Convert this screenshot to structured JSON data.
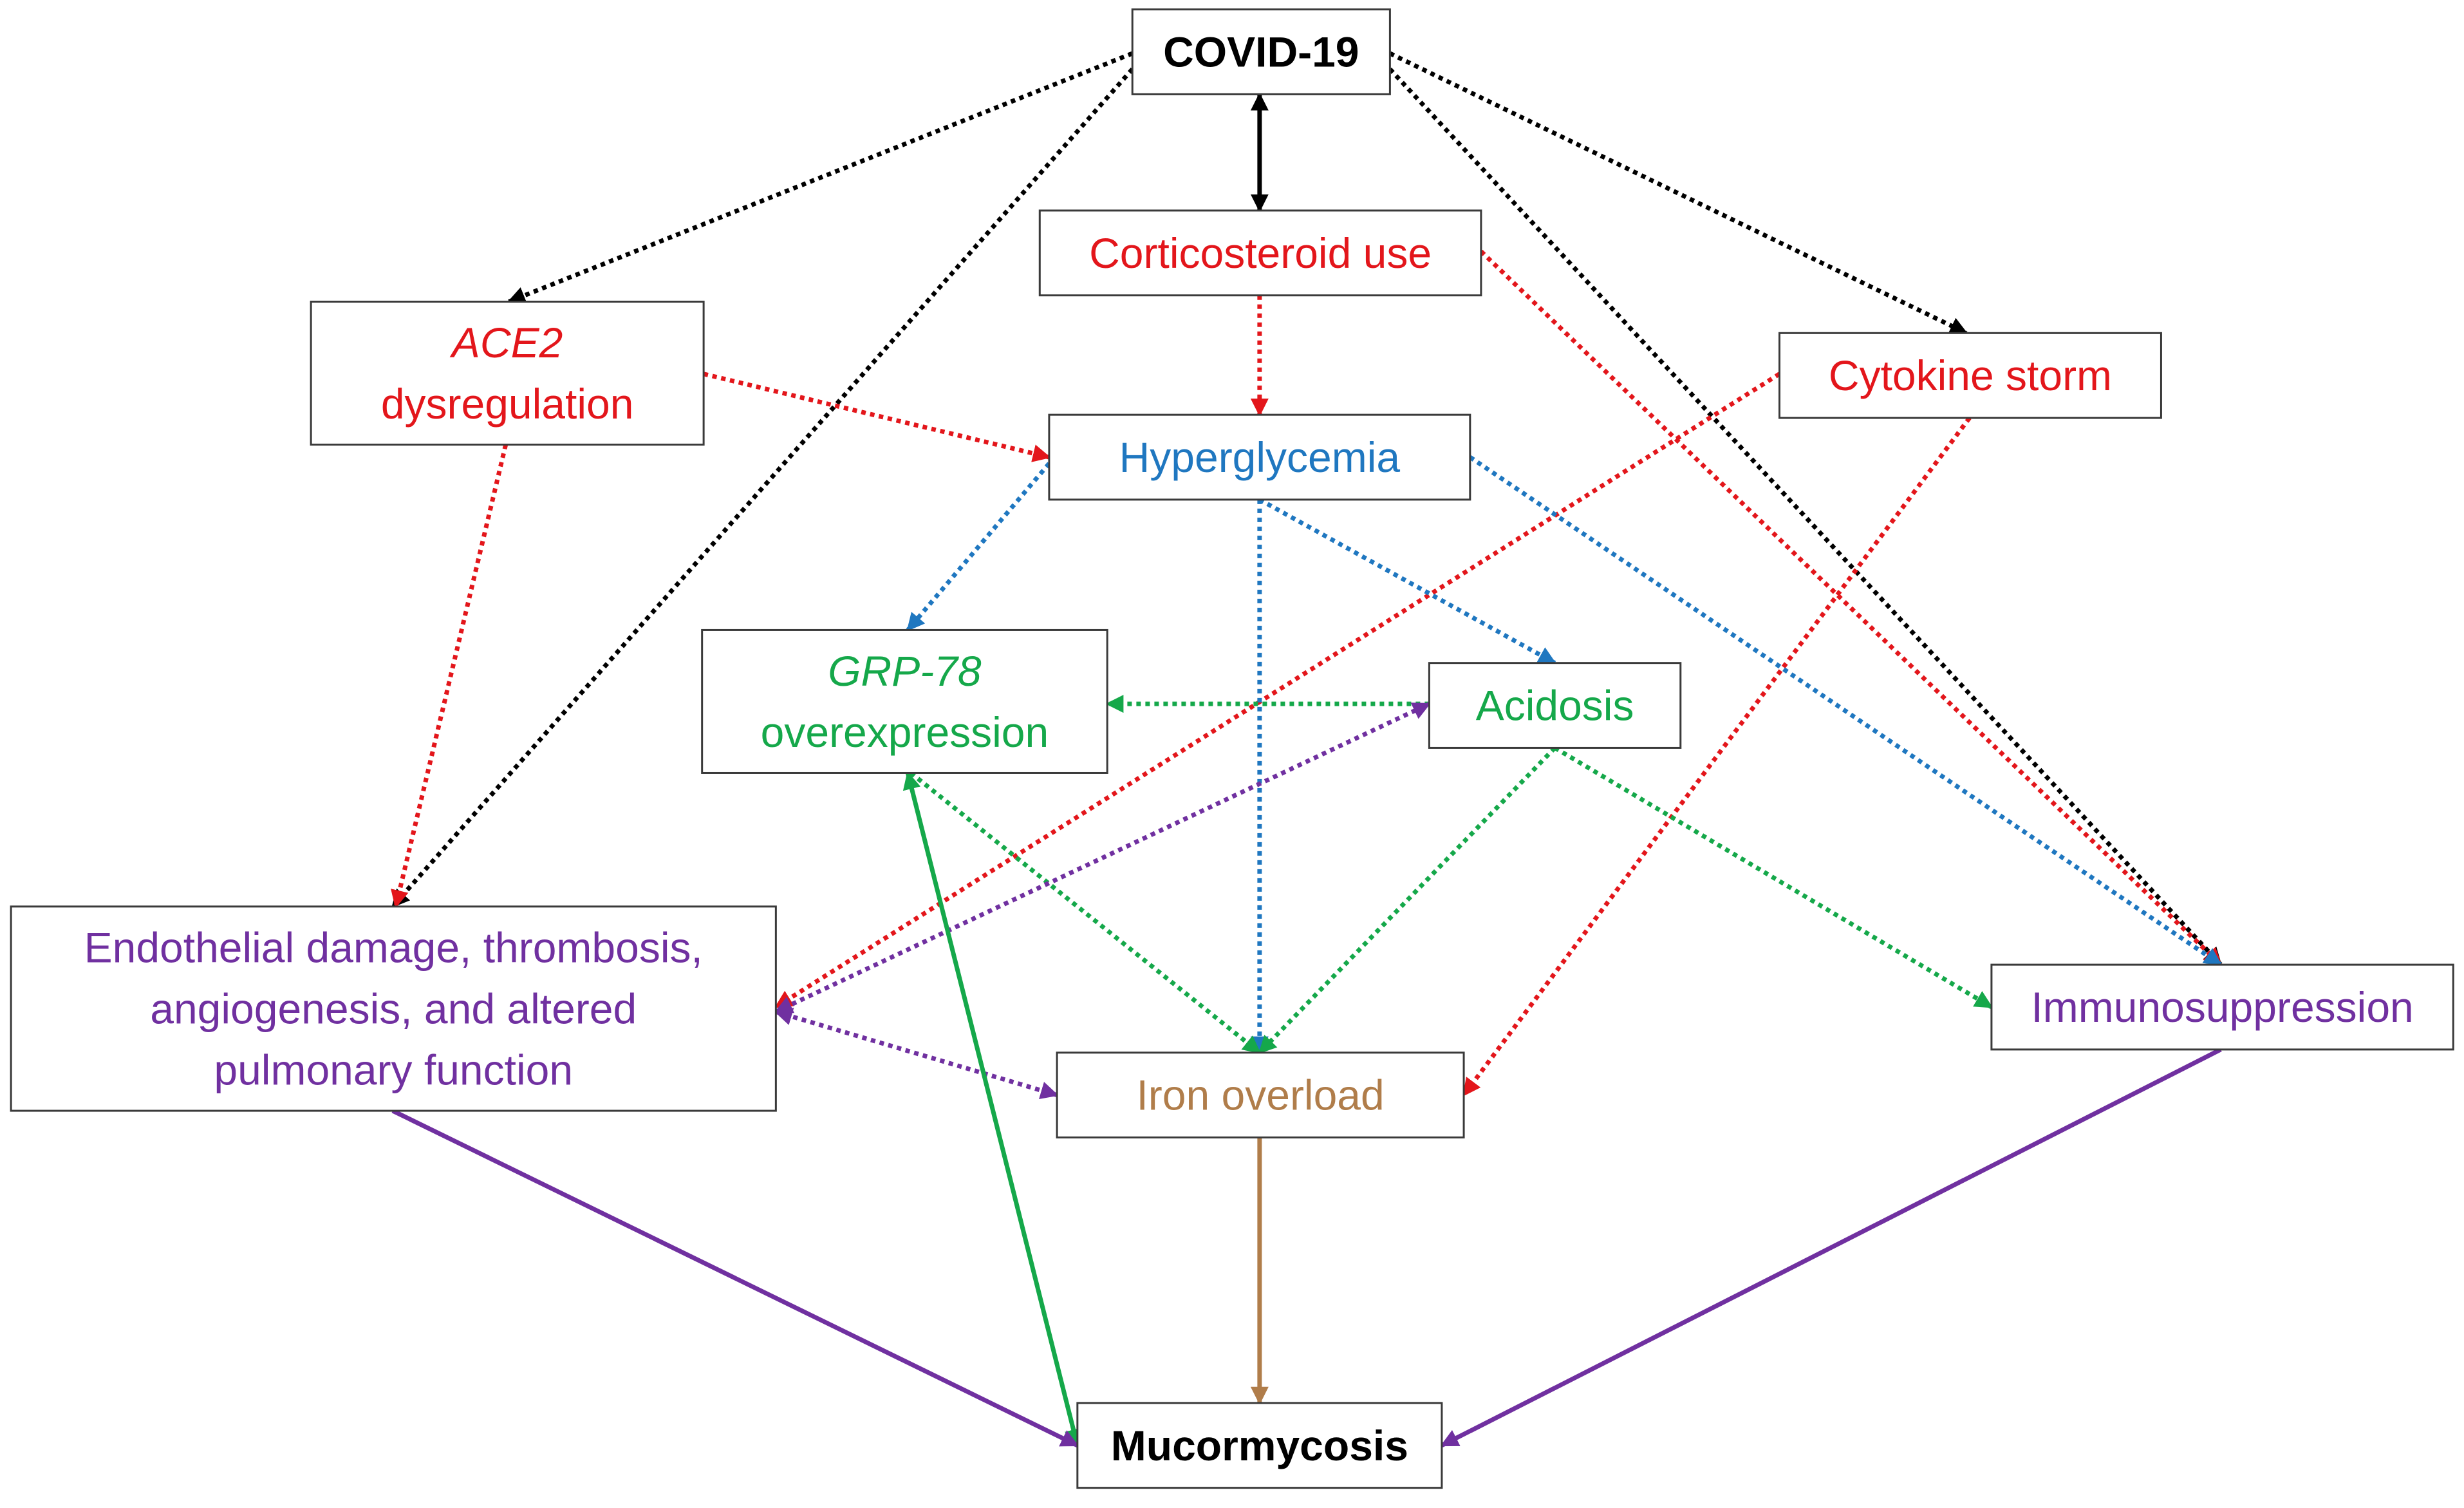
{
  "colors": {
    "black": "#000000",
    "red": "#e3161b",
    "blue": "#1f77c0",
    "green": "#15a84a",
    "purple": "#7030a0",
    "brown": "#b07d4a"
  },
  "nodes": {
    "covid": {
      "lines": [
        "COVID-19"
      ],
      "color": "#000000"
    },
    "corticosteroid": {
      "lines": [
        "Corticosteroid use"
      ],
      "color": "#e3161b"
    },
    "ace2": {
      "lines": [
        "ACE2",
        "dysregulation"
      ],
      "color": "#e3161b"
    },
    "cytokine": {
      "lines": [
        "Cytokine storm"
      ],
      "color": "#e3161b"
    },
    "hyperglycemia": {
      "lines": [
        "Hyperglycemia"
      ],
      "color": "#1f77c0"
    },
    "grp78": {
      "lines": [
        "GRP-78",
        "overexpression"
      ],
      "color": "#15a84a"
    },
    "acidosis": {
      "lines": [
        "Acidosis"
      ],
      "color": "#15a84a"
    },
    "endothelial": {
      "lines": [
        "Endothelial damage, thrombosis,",
        "angiogenesis, and altered",
        "pulmonary function"
      ],
      "color": "#7030a0"
    },
    "immunosuppression": {
      "lines": [
        "Immunosuppression"
      ],
      "color": "#7030a0"
    },
    "iron": {
      "lines": [
        "Iron overload"
      ],
      "color": "#b07d4a"
    },
    "mucormycosis": {
      "lines": [
        "Mucormycosis"
      ],
      "color": "#000000"
    }
  },
  "edges": [
    {
      "from": "covid",
      "to": "corticosteroid",
      "color": "#000000",
      "style": "solid",
      "bidirectional": true
    },
    {
      "from": "covid",
      "to": "ace2",
      "color": "#000000",
      "style": "dotted"
    },
    {
      "from": "covid",
      "to": "endothelial",
      "color": "#000000",
      "style": "dotted"
    },
    {
      "from": "covid",
      "to": "cytokine",
      "color": "#000000",
      "style": "dotted"
    },
    {
      "from": "covid",
      "to": "immunosuppression",
      "color": "#000000",
      "style": "dotted"
    },
    {
      "from": "corticosteroid",
      "to": "hyperglycemia",
      "color": "#e3161b",
      "style": "dotted"
    },
    {
      "from": "corticosteroid",
      "to": "immunosuppression",
      "color": "#e3161b",
      "style": "dotted"
    },
    {
      "from": "ace2",
      "to": "hyperglycemia",
      "color": "#e3161b",
      "style": "dotted"
    },
    {
      "from": "ace2",
      "to": "endothelial",
      "color": "#e3161b",
      "style": "dotted"
    },
    {
      "from": "cytokine",
      "to": "endothelial",
      "color": "#e3161b",
      "style": "dotted"
    },
    {
      "from": "cytokine",
      "to": "iron",
      "color": "#e3161b",
      "style": "dotted"
    },
    {
      "from": "hyperglycemia",
      "to": "grp78",
      "color": "#1f77c0",
      "style": "dotted"
    },
    {
      "from": "hyperglycemia",
      "to": "acidosis",
      "color": "#1f77c0",
      "style": "dotted"
    },
    {
      "from": "hyperglycemia",
      "to": "iron",
      "color": "#1f77c0",
      "style": "dotted"
    },
    {
      "from": "hyperglycemia",
      "to": "immunosuppression",
      "color": "#1f77c0",
      "style": "dotted"
    },
    {
      "from": "acidosis",
      "to": "grp78",
      "color": "#15a84a",
      "style": "dotted"
    },
    {
      "from": "acidosis",
      "to": "iron",
      "color": "#15a84a",
      "style": "dotted"
    },
    {
      "from": "acidosis",
      "to": "immunosuppression",
      "color": "#15a84a",
      "style": "dotted"
    },
    {
      "from": "grp78",
      "to": "iron",
      "color": "#15a84a",
      "style": "dotted"
    },
    {
      "from": "endothelial",
      "to": "acidosis",
      "color": "#7030a0",
      "style": "dotted",
      "bidirectional": true
    },
    {
      "from": "endothelial",
      "to": "iron",
      "color": "#7030a0",
      "style": "dotted",
      "bidirectional": true
    },
    {
      "from": "grp78",
      "to": "mucormycosis",
      "color": "#15a84a",
      "style": "solid",
      "bidirectional": true
    },
    {
      "from": "endothelial",
      "to": "mucormycosis",
      "color": "#7030a0",
      "style": "solid"
    },
    {
      "from": "iron",
      "to": "mucormycosis",
      "color": "#b07d4a",
      "style": "solid"
    },
    {
      "from": "immunosuppression",
      "to": "mucormycosis",
      "color": "#7030a0",
      "style": "solid"
    }
  ]
}
